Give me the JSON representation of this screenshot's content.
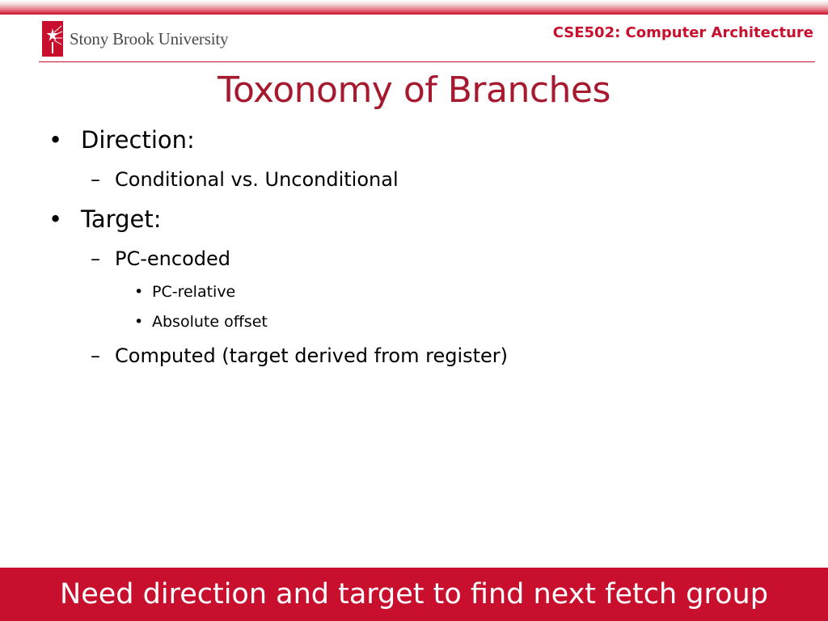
{
  "header": {
    "logo_text": "Stony Brook University",
    "logo_icon": "stony-brook-shield-icon",
    "course_title": "CSE502: Computer Architecture"
  },
  "slide": {
    "title": "Toxonomy of Branches",
    "bullets": [
      {
        "level": 1,
        "marker": "•",
        "text": "Direction:"
      },
      {
        "level": 2,
        "marker": "–",
        "text": "Conditional vs. Unconditional"
      },
      {
        "level": 1,
        "marker": "•",
        "text": "Target:"
      },
      {
        "level": 2,
        "marker": "–",
        "text": "PC-encoded"
      },
      {
        "level": 3,
        "marker": "•",
        "text": "PC-relative"
      },
      {
        "level": 3,
        "marker": "•",
        "text": "Absolute offset"
      },
      {
        "level": 2,
        "marker": "–",
        "text": "Computed (target derived from register)"
      }
    ]
  },
  "footer": {
    "text": "Need direction and target to find next fetch group"
  },
  "colors": {
    "brand_red": "#c8102e",
    "title_red": "#a6192e"
  }
}
